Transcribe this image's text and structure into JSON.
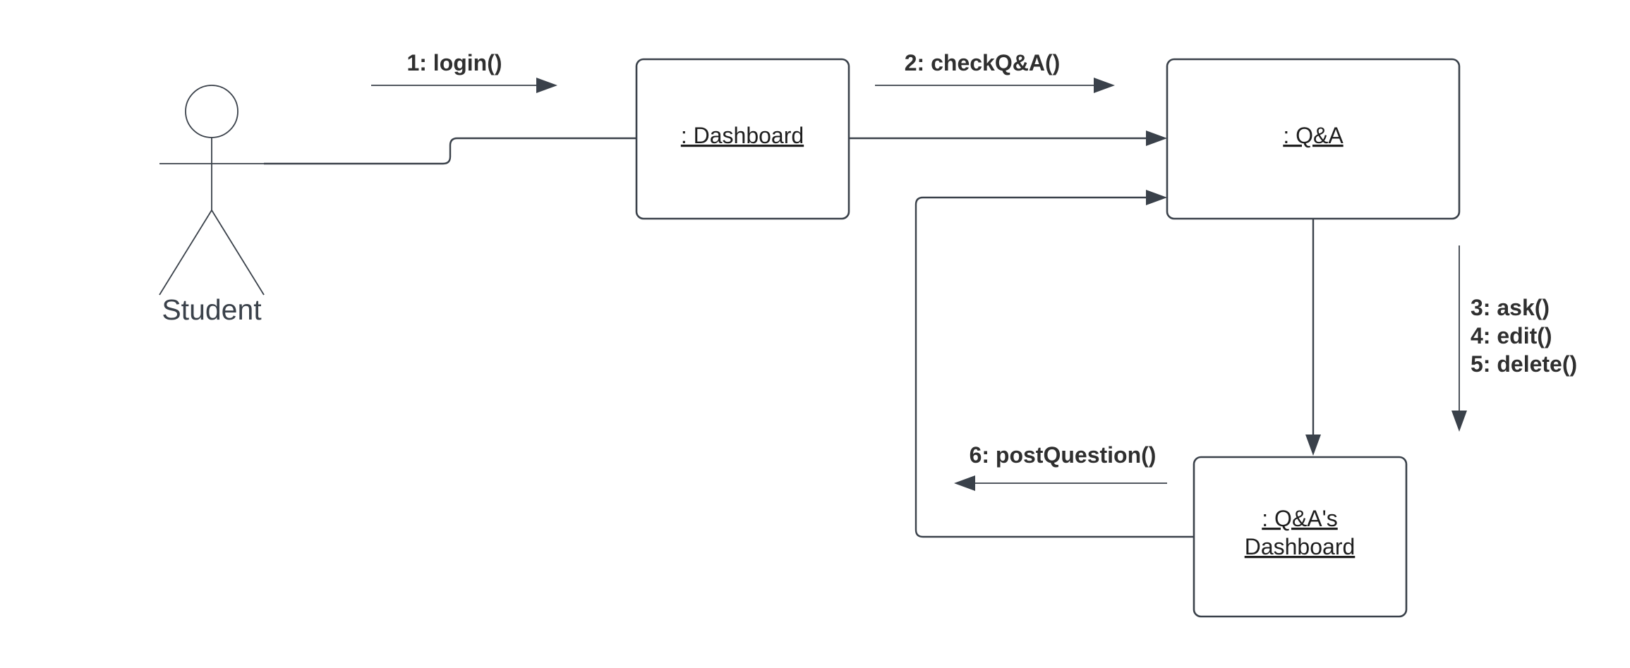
{
  "actor": {
    "name": "Student"
  },
  "objects": {
    "dashboard": ": Dashboard",
    "qa": ": Q&A",
    "qa_dashboard_line1": ": Q&A's",
    "qa_dashboard_line2": "Dashboard"
  },
  "messages": {
    "m1": "1: login()",
    "m2": "2: checkQ&A()",
    "m3": "3: ask()",
    "m4": "4: edit()",
    "m5": "5: delete()",
    "m6": "6: postQuestion()"
  },
  "colors": {
    "stroke": "#3a414a",
    "text": "#1e1e1e",
    "background": "#ffffff"
  }
}
